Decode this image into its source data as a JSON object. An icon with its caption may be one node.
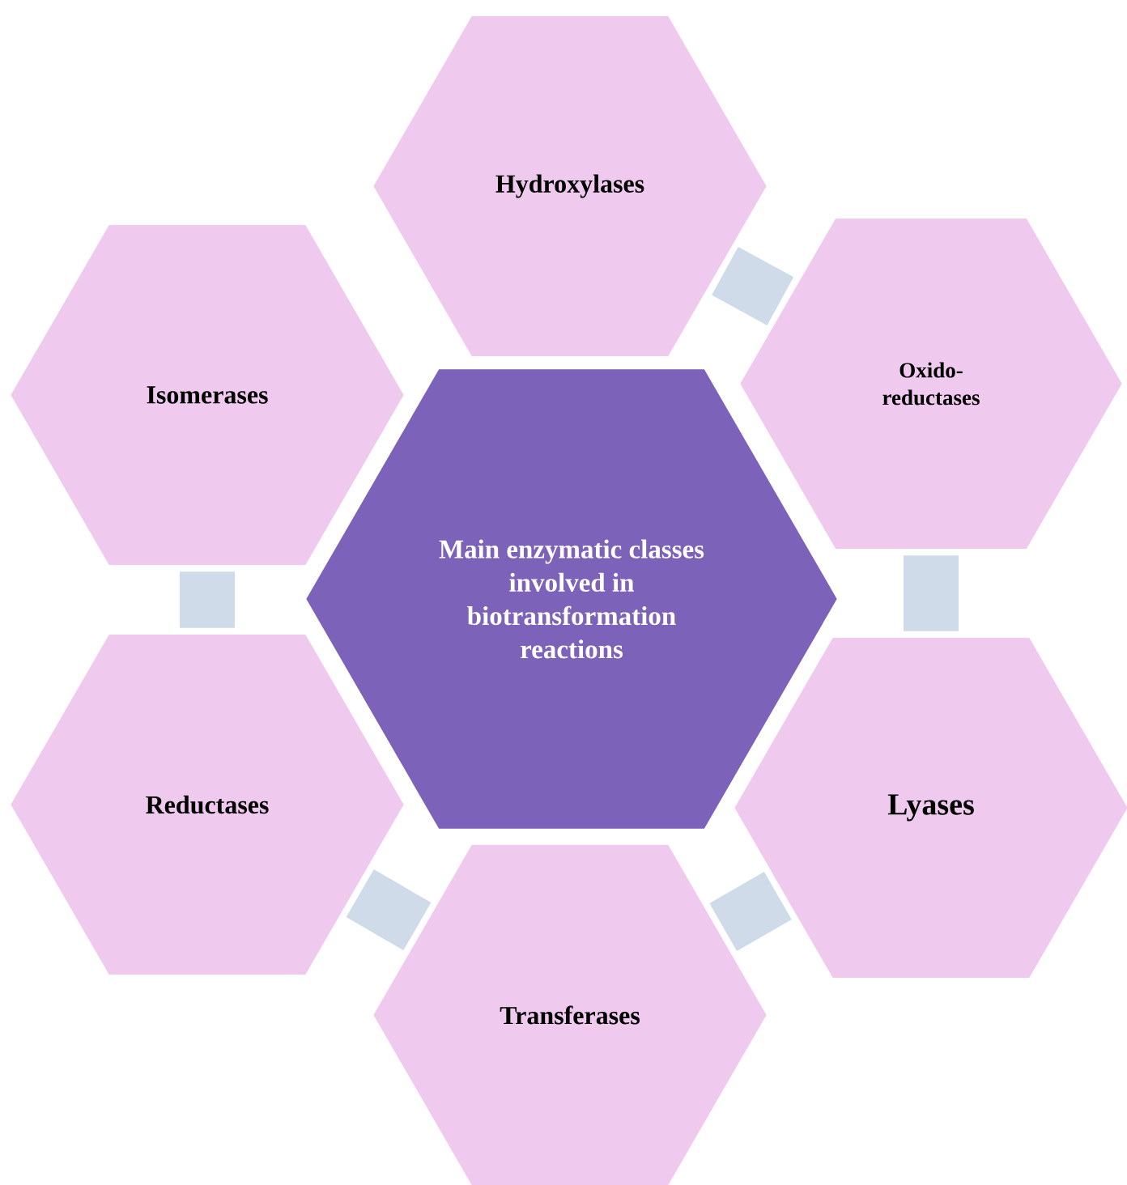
{
  "diagram": {
    "nodes": [
      {
        "text": [
          "Hydroxylases"
        ]
      },
      {
        "text": [
          "Isomerases"
        ]
      },
      {
        "text": [
          "Oxido- reductases"
        ]
      },
      {
        "text": [
          "Main enzymatic classes involved in biotransformation reactions"
        ]
      },
      {
        "text": [
          "Reductases"
        ]
      },
      {
        "text": [
          "Lyases"
        ]
      },
      {
        "text": [
          "Transferases"
        ]
      }
    ],
    "edges": [
      {
        "from": 0,
        "to": 2,
        "arrow": "none"
      },
      {
        "from": 2,
        "to": 5,
        "arrow": "none"
      },
      {
        "from": 5,
        "to": 6,
        "arrow": "none"
      },
      {
        "from": 6,
        "to": 4,
        "arrow": "none"
      },
      {
        "from": 4,
        "to": 1,
        "arrow": "none"
      }
    ]
  }
}
